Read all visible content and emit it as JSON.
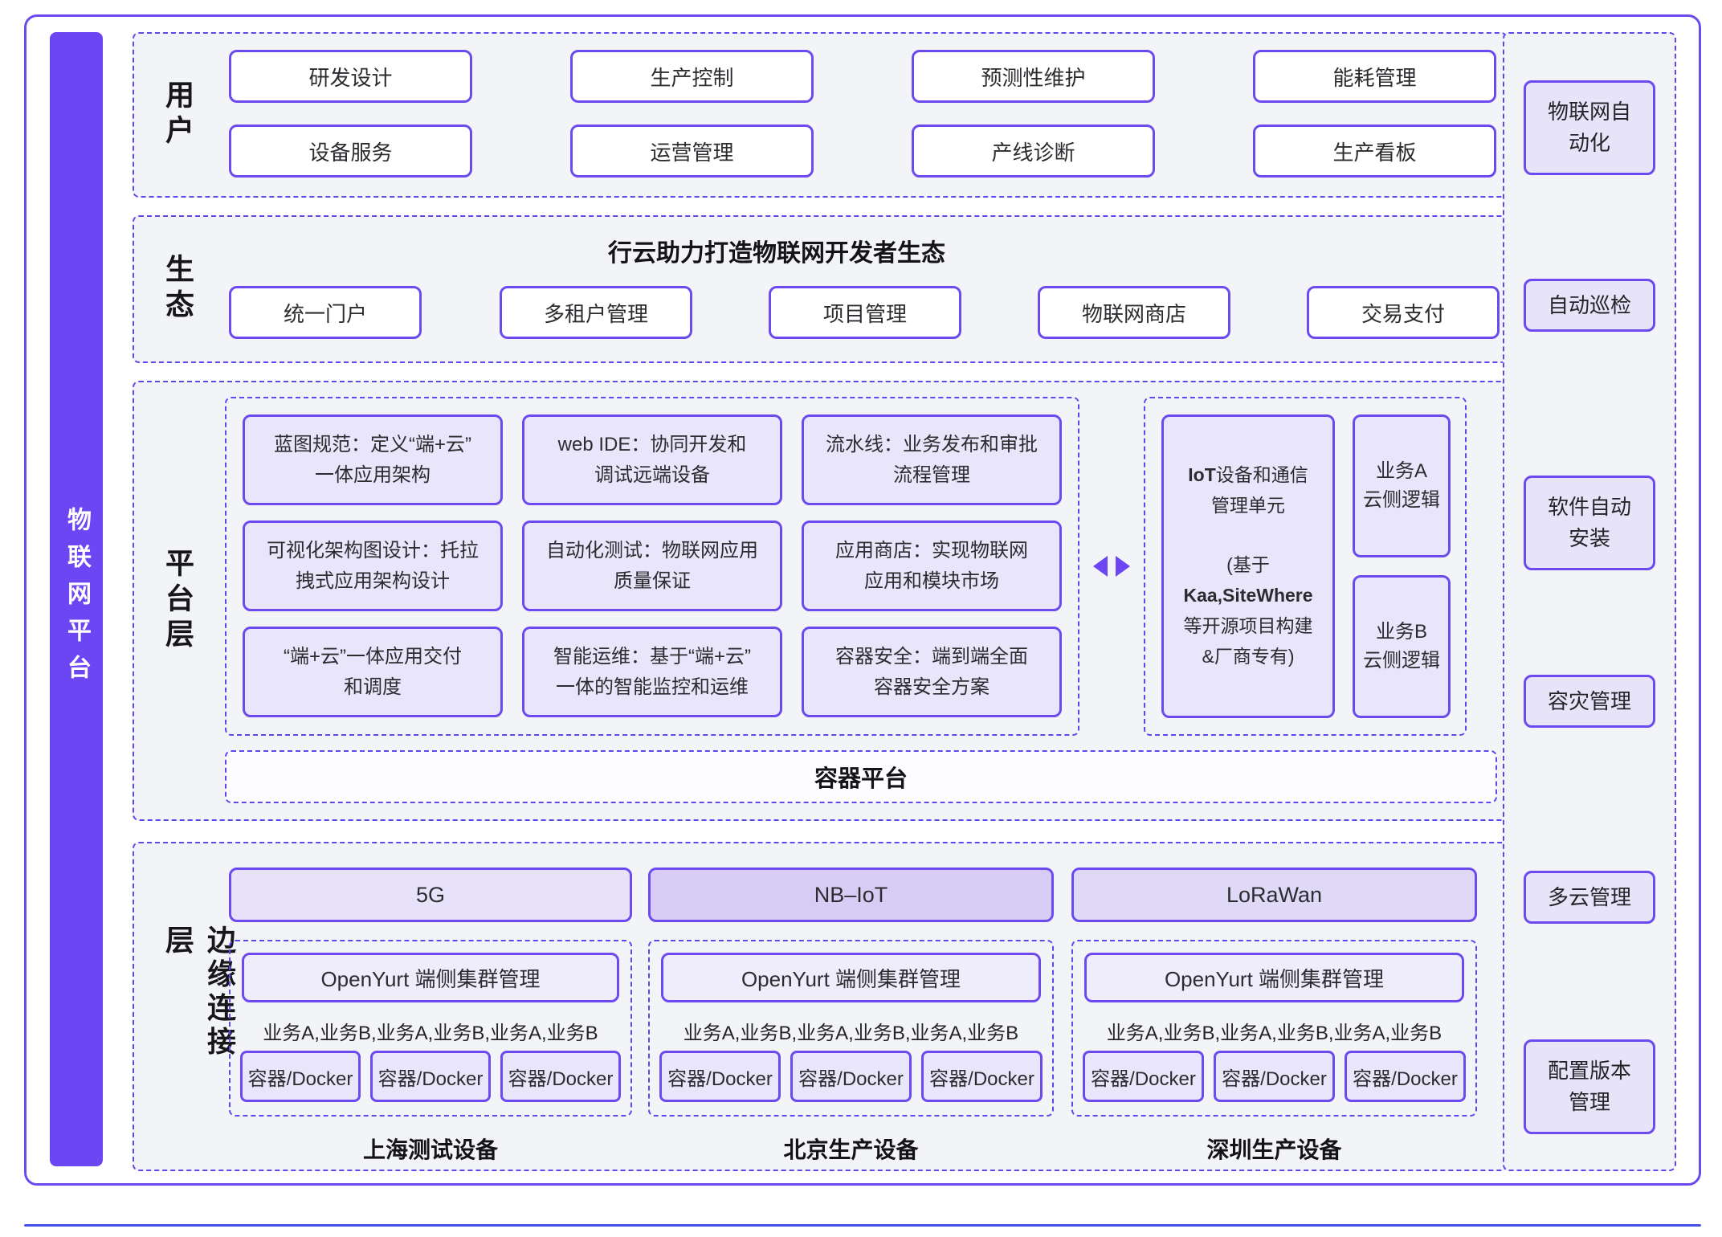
{
  "palette": {
    "accent": "#6B46F2",
    "border": "#6C4AEF",
    "light_fill": "#E9E5FA",
    "section_bg": "#F3F4F8",
    "nbiot_fill": "#D6CCF4",
    "bottom_line": "#4452E8"
  },
  "sidebar": {
    "title": "物联网平台"
  },
  "users": {
    "label": "用户",
    "items": [
      "研发设计",
      "生产控制",
      "预测性维护",
      "能耗管理",
      "设备服务",
      "运营管理",
      "产线诊断",
      "生产看板"
    ]
  },
  "ecosystem": {
    "label": "生态",
    "title": "行云助力打造物联网开发者生态",
    "items": [
      "统一门户",
      "多租户管理",
      "项目管理",
      "物联网商店",
      "交易支付"
    ]
  },
  "platform": {
    "label": "平台层",
    "features": [
      {
        "line1": "蓝图规范：定义“端+云”",
        "line2": "一体应用架构"
      },
      {
        "line1": "web IDE：协同开发和",
        "line2": "调试远端设备"
      },
      {
        "line1": "流水线：业务发布和审批",
        "line2": "流程管理"
      },
      {
        "line1": "可视化架构图设计：托拉",
        "line2": "拽式应用架构设计"
      },
      {
        "line1": "自动化测试：物联网应用",
        "line2": "质量保证"
      },
      {
        "line1": "应用商店：实现物联网",
        "line2": "应用和模块市场"
      },
      {
        "line1": "“端+云”一体应用交付",
        "line2": "和调度"
      },
      {
        "line1": "智能运维：基于“端+云”",
        "line2": "一体的智能监控和运维"
      },
      {
        "line1": "容器安全：端到端全面",
        "line2": "容器安全方案"
      }
    ],
    "iot_unit": {
      "title_bold": "IoT",
      "title_rest": "设备和通信",
      "title_line2": "管理单元",
      "sub1": "(基于",
      "sub2": "Kaa,SiteWhere",
      "sub3": "等开源项目构建",
      "sub4": "&厂商专有)"
    },
    "biz_a": {
      "line1": "业务A",
      "line2": "云侧逻辑"
    },
    "biz_b": {
      "line1": "业务B",
      "line2": "云侧逻辑"
    },
    "container_platform": "容器平台"
  },
  "edge": {
    "label": "边缘连接层",
    "networks": [
      "5G",
      "NB–IoT",
      "LoRaWan"
    ],
    "docker_label": "容器/Docker",
    "clusters": [
      {
        "title": "OpenYurt 端侧集群管理",
        "services": "业务A,业务B,业务A,业务B,业务A,业务B",
        "caption": "上海测试设备"
      },
      {
        "title": "OpenYurt 端侧集群管理",
        "services": "业务A,业务B,业务A,业务B,业务A,业务B",
        "caption": "北京生产设备"
      },
      {
        "title": "OpenYurt 端侧集群管理",
        "services": "业务A,业务B,业务A,业务B,业务A,业务B",
        "caption": "深圳生产设备"
      }
    ]
  },
  "right_rail": {
    "items": [
      {
        "line1": "物联网自",
        "line2": "动化"
      },
      {
        "line1": "自动巡检"
      },
      {
        "line1": "软件自动",
        "line2": "安装"
      },
      {
        "line1": "容灾管理"
      },
      {
        "line1": "多云管理"
      },
      {
        "line1": "配置版本",
        "line2": "管理"
      }
    ]
  }
}
